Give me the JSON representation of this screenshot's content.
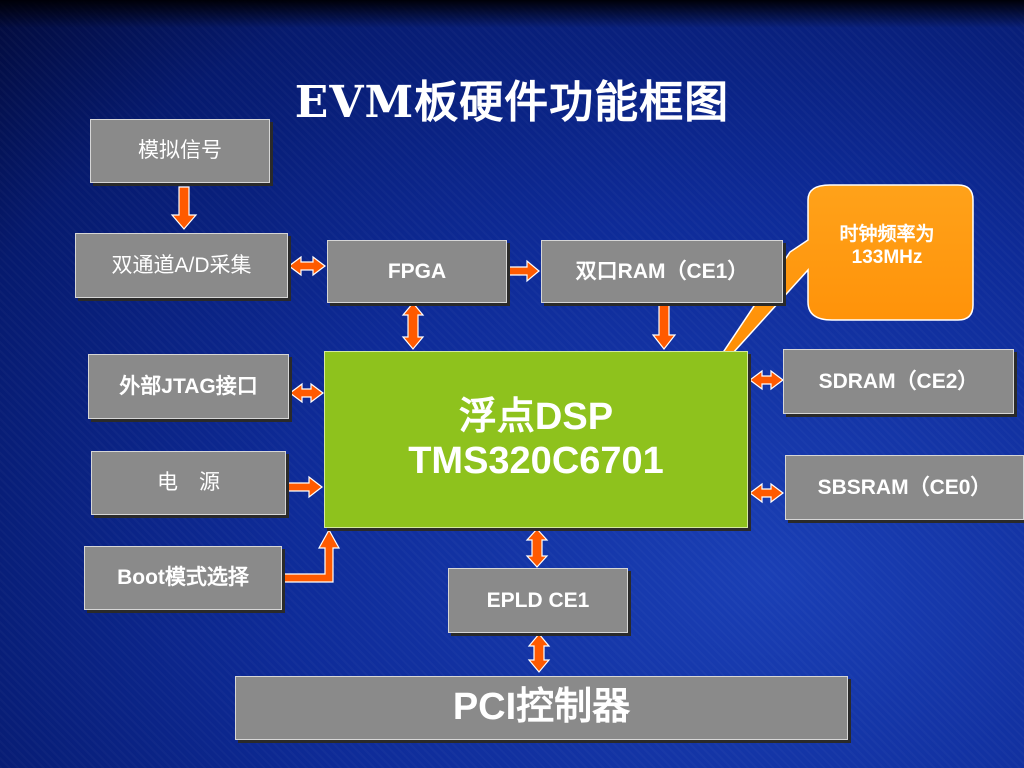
{
  "slide": {
    "title": "EVM板硬件功能框图"
  },
  "blocks": {
    "analog_signal": "模拟信号",
    "ad_capture": "双通道A/D采集",
    "fpga": "FPGA",
    "dual_port_ram": "双口RAM（CE1）",
    "jtag": "外部JTAG接口",
    "power": "电　源",
    "boot": "Boot模式选择",
    "dsp_line1": "浮点DSP",
    "dsp_line2": "TMS320C6701",
    "sdram": "SDRAM（CE2）",
    "sbsram": "SBSRAM（CE0）",
    "epld": "EPLD CE1",
    "pci": "PCI控制器"
  },
  "callout": {
    "line1": "时钟频率为",
    "line2": "133MHz"
  },
  "colors": {
    "background": "#0e2b98",
    "block_gray": "#8a8a8a",
    "dsp_green": "#8ec21d",
    "arrow_orange": "#ff5a00",
    "callout_orange": "#ff9400"
  }
}
